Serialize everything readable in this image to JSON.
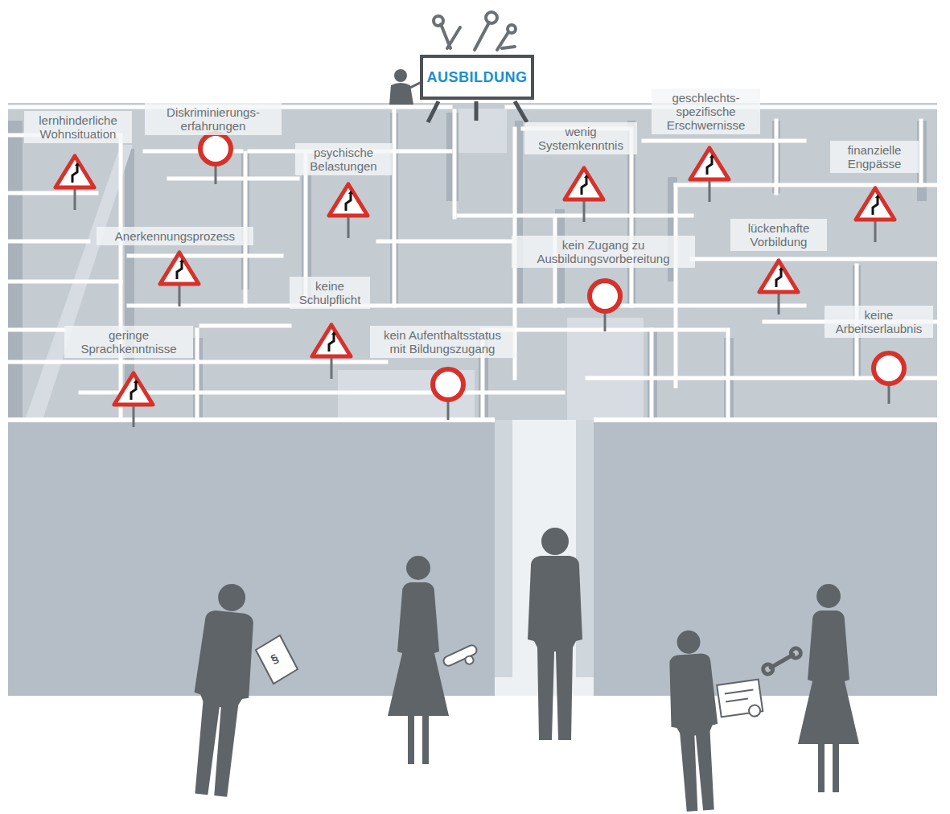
{
  "diagram": {
    "nodes": [
      {
        "text": [
          "AUSBILDUNG"
        ]
      },
      {
        "text": [
          "lernhinderliche Wohnsituation"
        ]
      },
      {
        "text": [
          "Diskriminierungs- erfahrungen"
        ]
      },
      {
        "text": [
          "psychische Belastungen"
        ]
      },
      {
        "text": [
          "wenig Systemkenntnis"
        ]
      },
      {
        "text": [
          "geschlechts- spezifische Erschwernisse"
        ]
      },
      {
        "text": [
          "finanzielle Engpässe"
        ]
      },
      {
        "text": [
          "Anerkennungsprozess"
        ]
      },
      {
        "text": [
          "kein Zugang zu Ausbildungsvorbereitung"
        ]
      },
      {
        "text": [
          "lückenhafte Vorbildung"
        ]
      },
      {
        "text": [
          "keine Schulpflicht"
        ]
      },
      {
        "text": [
          "keine Arbeitserlaubnis"
        ]
      },
      {
        "text": [
          "geringe Sprachkenntnisse"
        ]
      },
      {
        "text": [
          "kein Aufenthaltsstatus mit Bildungszugang"
        ]
      }
    ],
    "labels": [
      "§"
    ]
  }
}
